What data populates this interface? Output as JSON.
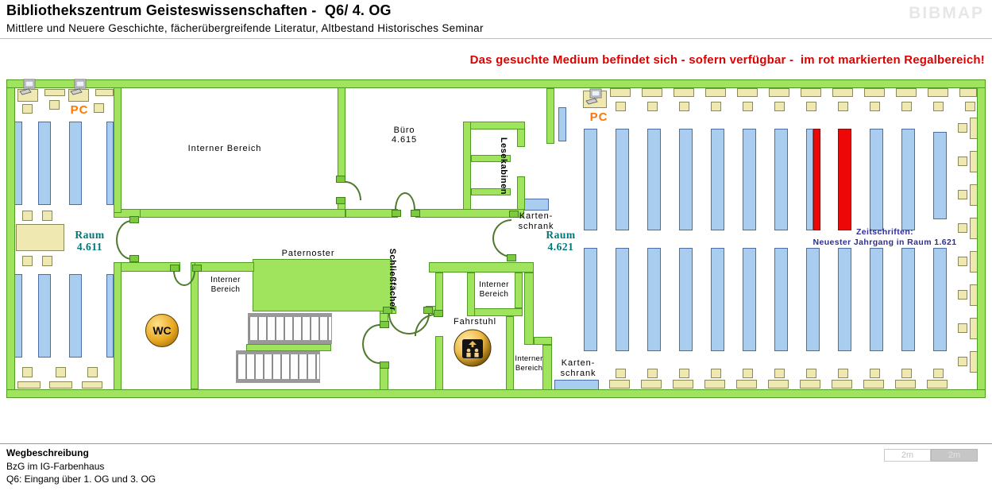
{
  "header": {
    "title": "Bibliothekszentrum Geisteswissenschaften -  Q6/ 4. OG",
    "subtitle": "Mittlere und Neuere Geschichte, fächerübergreifende Literatur, Altbestand Historisches Seminar",
    "logo": "BIBMAP"
  },
  "notice": "Das gesuchte Medium befindet sich - sofern verfügbar -  im rot markierten Regalbereich!",
  "map": {
    "rooms": {
      "r4611": {
        "line1": "Raum",
        "line2": "4.611"
      },
      "r4621": {
        "line1": "Raum",
        "line2": "4.621"
      },
      "buero": {
        "line1": "Büro",
        "line2": "4.615"
      }
    },
    "labels": {
      "interner_full": "Interner Bereich",
      "interner_line1": "Interner",
      "interner_line2": "Bereich",
      "lesekabinen": "Lesekabinen",
      "kartenschrank_line1": "Karten-",
      "kartenschrank_line2": "schrank",
      "paternoster": "Paternoster",
      "schliessfaecher": "Schließfächer",
      "fahrstuhl": "Fahrstuhl",
      "wc": "WC",
      "pc": "PC"
    },
    "annotation": {
      "line1": "Zeitschriften:",
      "line2": "Neuester Jahrgang in Raum  1.621"
    },
    "colors": {
      "wall_green": "#9FE45C",
      "wall_border": "#4E9C22",
      "shelf_blue": "#A9CDEE",
      "shelf_border": "#4A6FA5",
      "highlight_red": "#EE0707",
      "furniture_beige": "#EFE8B0",
      "cabin_brown": "#B5785C",
      "room_label_teal": "#007777",
      "pc_orange": "#FF7700",
      "notice_red": "#E00000",
      "annotation_navy": "#2D2D99"
    }
  },
  "footer": {
    "heading": "Wegbeschreibung",
    "line1": "BzG im IG-Farbenhaus",
    "line2": "Q6: Eingang über 1. OG und 3. OG"
  },
  "scale": {
    "left": "2m",
    "right": "2m"
  }
}
